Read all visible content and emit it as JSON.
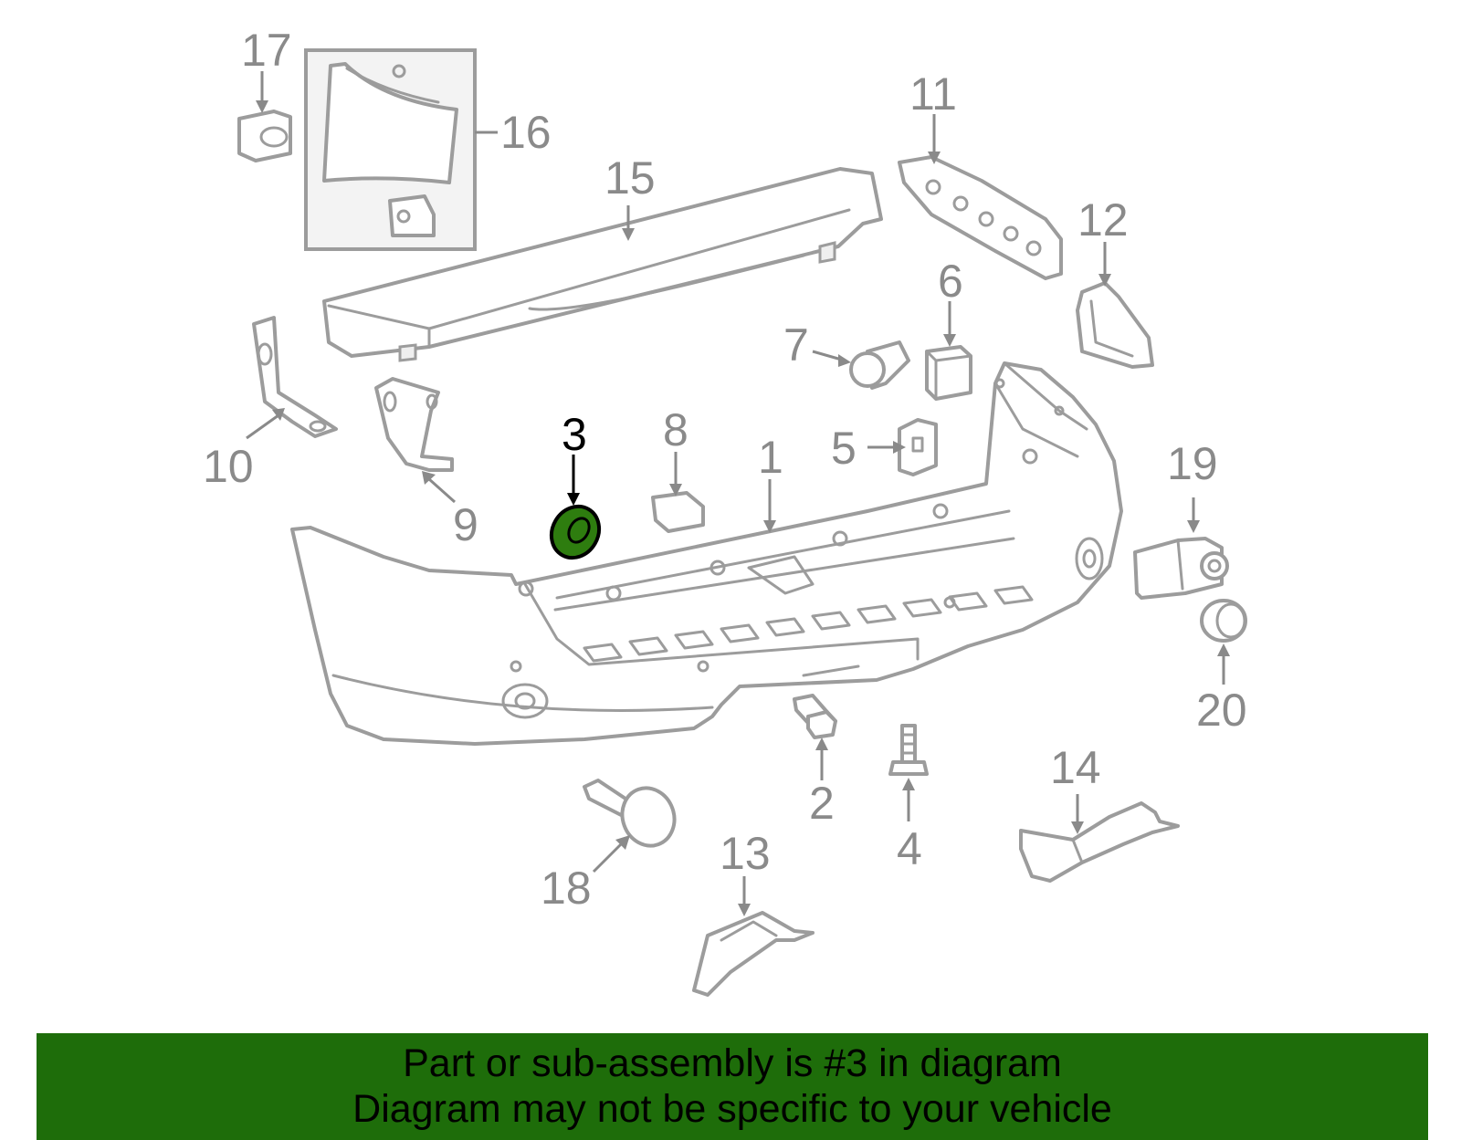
{
  "diagram": {
    "highlighted_part": "3",
    "colors": {
      "highlight_fill": "#2e7d0f",
      "banner_bg": "#1e6d0a",
      "callout_gray": "#8a8a8a"
    },
    "callouts": {
      "c1": "1",
      "c2": "2",
      "c3": "3",
      "c4": "4",
      "c5": "5",
      "c6": "6",
      "c7": "7",
      "c8": "8",
      "c9": "9",
      "c10": "10",
      "c11": "11",
      "c12": "12",
      "c13": "13",
      "c14": "14",
      "c15": "15",
      "c16": "16",
      "c17": "17",
      "c18": "18",
      "c19": "19",
      "c20": "20"
    }
  },
  "banner": {
    "line1": "Part or sub-assembly is #3 in diagram",
    "line2": "Diagram may not be specific to your vehicle"
  }
}
